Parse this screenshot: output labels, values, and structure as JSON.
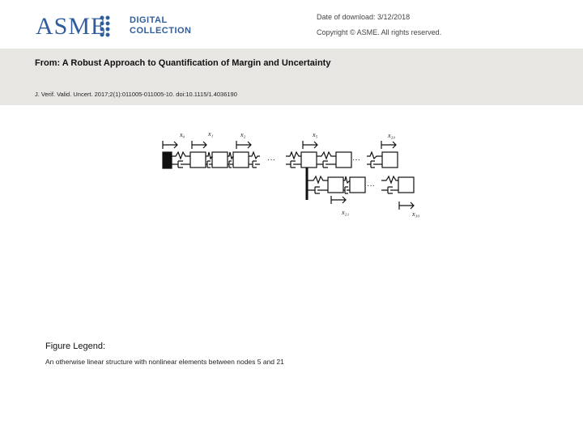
{
  "header": {
    "logo_primary": "ASME",
    "logo_line1": "DIGITAL",
    "logo_line2": "COLLECTION",
    "download_date": "Date of download:  3/12/2018",
    "copyright": "Copyright © ASME. All rights reserved."
  },
  "article": {
    "title": "From: A Robust Approach to Quantification of Margin and Uncertainty",
    "citation": "J. Verif. Valid. Uncert. 2017;2(1):011005-011005-10. doi:10.1115/1.4036190"
  },
  "figure": {
    "labels": {
      "x0": "x₀",
      "x1": "x₁",
      "x2": "x₂",
      "x5": "x₅",
      "x20": "x₂₀",
      "x21": "x₂₁",
      "x30": "x₃₀"
    },
    "ellipsis": "···"
  },
  "legend": {
    "heading": "Figure Legend:",
    "text": "An otherwise linear structure with nonlinear elements between nodes 5 and 21"
  }
}
